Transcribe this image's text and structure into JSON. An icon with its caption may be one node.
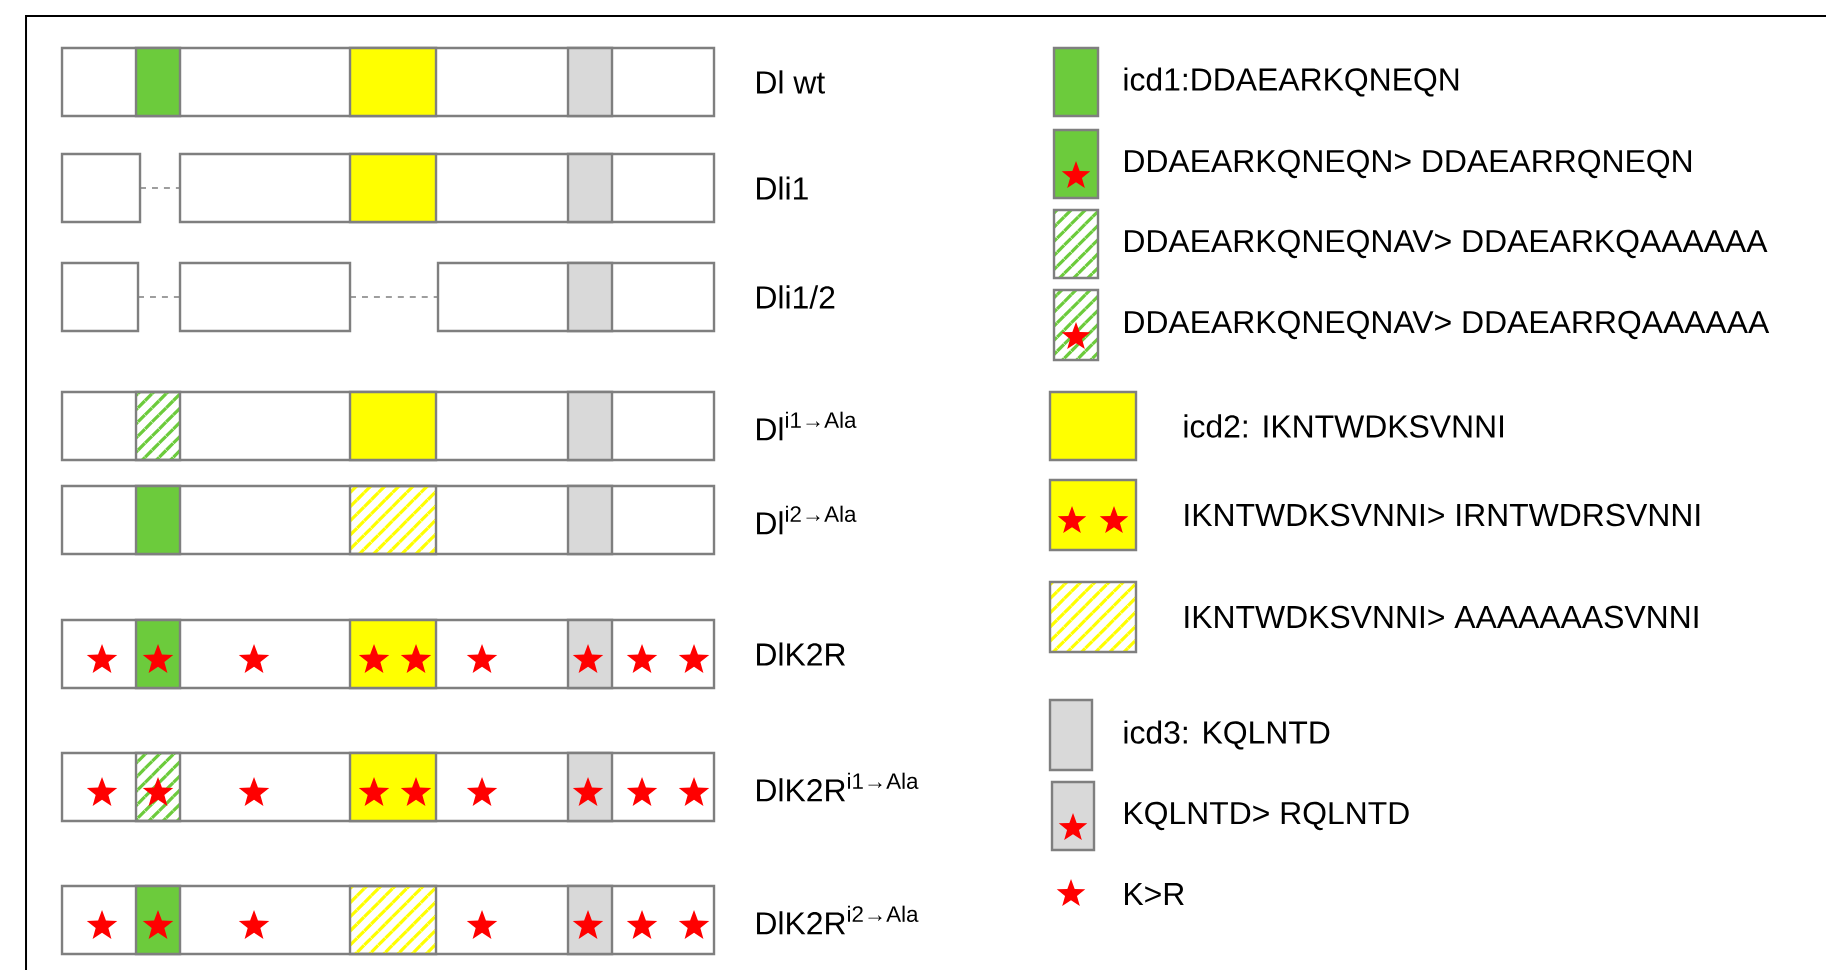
{
  "diagram": {
    "labels": [
      "Dl wt",
      "Dli1",
      "Dli1/2",
      "Dl$^{i1→Ala}$",
      "Dl$^{i2→Ala}$",
      "DlK2R",
      "DlK2R$^{i1→Ala}$",
      "DlK2R$^{i2→Ala}$"
    ],
    "legend": [
      {
        "text": "icd1:DDAEARKQNEQN",
        "color": "#6ccb3c"
      },
      {
        "text": "DDAEARKQNEQN> DDAEARRQNEQN"
      },
      {
        "text": "DDAEARKQNEQNAV> DDAEARKQAAAAAA"
      },
      {
        "text": "DDAEARKQNEQNAV> DDAEARRQAAAAAA"
      },
      {
        "text": "icd2: IKNTWDKSVNNI",
        "color": "#ffff00"
      },
      {
        "text": "IKNTWDKSVNNI> IRNTWDRSVNNI"
      },
      {
        "text": "IKNTWDKSVNNI> AAAAAAASVNNI"
      },
      {
        "text": "icd3: KQLNTD",
        "color": "#d9d9d9"
      },
      {
        "text": "KQLNTD> RQLNTD"
      },
      {
        "text": "K>R"
      }
    ]
  }
}
